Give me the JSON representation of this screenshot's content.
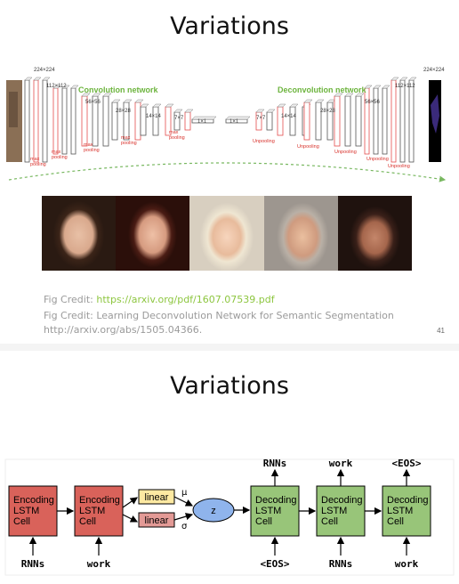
{
  "slide1": {
    "title": "Variations",
    "diagram": {
      "conv_label": "Convolution network",
      "deconv_label": "Deconvolution network",
      "sizes_left": [
        "224×224",
        "112×112",
        "56×56",
        "28×28",
        "14×14",
        "7×7",
        "1×1"
      ],
      "sizes_right": [
        "1×1",
        "7×7",
        "14×14",
        "28×28",
        "56×56",
        "112×112",
        "224×224"
      ],
      "pool_label": "max pooling",
      "unpool_label": "Unpooling"
    },
    "faces_count": 5,
    "credit": {
      "prefix": "Fig Credit: ",
      "link": "https://arxiv.org/pdf/1607.07539.pdf",
      "line2": "Fig Credit: Learning Deconvolution Network for Semantic Segmentation",
      "line3": "http://arxiv.org/abs/1505.04366."
    },
    "page_number": "41"
  },
  "slide2": {
    "title": "Variations",
    "diagram": {
      "encoders": [
        {
          "label": "Encoding\nLSTM\nCell",
          "input": "RNNs"
        },
        {
          "label": "Encoding\nLSTM\nCell",
          "input": "work"
        }
      ],
      "linear_mu": "linear",
      "linear_sigma": "linear",
      "mu": "μ",
      "sigma": "σ",
      "z": "z",
      "decoders": [
        {
          "label": "Decoding\nLSTM\nCell",
          "input": "<EOS>",
          "output": "RNNs"
        },
        {
          "label": "Decoding\nLSTM\nCell",
          "input": "RNNs",
          "output": "work"
        },
        {
          "label": "Decoding\nLSTM\nCell",
          "input": "work",
          "output": "<EOS>"
        }
      ]
    },
    "colors": {
      "encoder": "#d9625a",
      "decoder": "#98c579",
      "linear_mu": "#fde9a2",
      "linear_sigma": "#e39a96",
      "z": "#8fb4ec"
    }
  }
}
